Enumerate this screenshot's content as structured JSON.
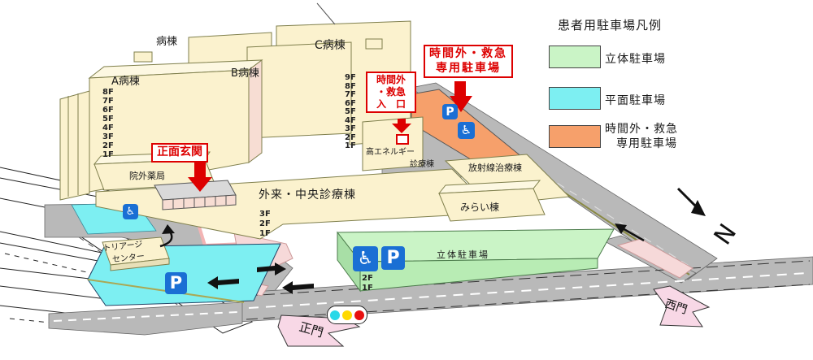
{
  "map": {
    "legend": {
      "title": "患者用駐車場凡例",
      "items": [
        {
          "label": "立体駐車場",
          "color": "#caf4c6"
        },
        {
          "label": "平面駐車場",
          "color": "#7deff2"
        },
        {
          "label": "時間外・救急",
          "label2": "専用駐車場",
          "color": "#f6a06b"
        }
      ]
    },
    "buildings": {
      "ward": "病棟",
      "ward_a": "A病棟",
      "ward_b": "B病棟",
      "ward_c": "C病棟",
      "outpatient": "外来・中央診療棟",
      "high_energy1": "高エネルギー",
      "high_energy2": "診療棟",
      "radiation": "放射線治療棟",
      "mirai": "みらい棟",
      "pharmacy": "院外薬局",
      "triage1": "トリアージ",
      "triage2": "センター",
      "parking_deck": "立体駐車場"
    },
    "floors": {
      "ward_a": [
        "8F",
        "7F",
        "6F",
        "5F",
        "4F",
        "3F",
        "2F",
        "1F"
      ],
      "ward_c": [
        "9F",
        "8F",
        "7F",
        "6F",
        "5F",
        "4F",
        "3F",
        "2F",
        "1F"
      ],
      "outpatient": [
        "3F",
        "2F",
        "1F"
      ],
      "parking_deck": [
        "2F",
        "1F"
      ]
    },
    "annotations": {
      "main_entrance": "正面玄関",
      "er_entrance1": "時間外",
      "er_entrance2": "・救急",
      "er_entrance3": "入　口",
      "er_parking1": "時間外・救急",
      "er_parking2": "専用駐車場"
    },
    "gates": {
      "main": "正門",
      "west": "西門"
    },
    "icons": {
      "parking": "P",
      "accessible": "♿",
      "north": "N"
    },
    "colors": {
      "building": "#fbf2ce",
      "building_side": "#f7ddd3",
      "deck_parking": "#caf4c6",
      "surface_parking": "#7deff2",
      "er_parking": "#f6a06b",
      "road": "#b9b9b9",
      "annotation_red": "#dd0000",
      "gate_pink": "#f8d8e6",
      "sign_blue": "#1a6fd4"
    }
  }
}
